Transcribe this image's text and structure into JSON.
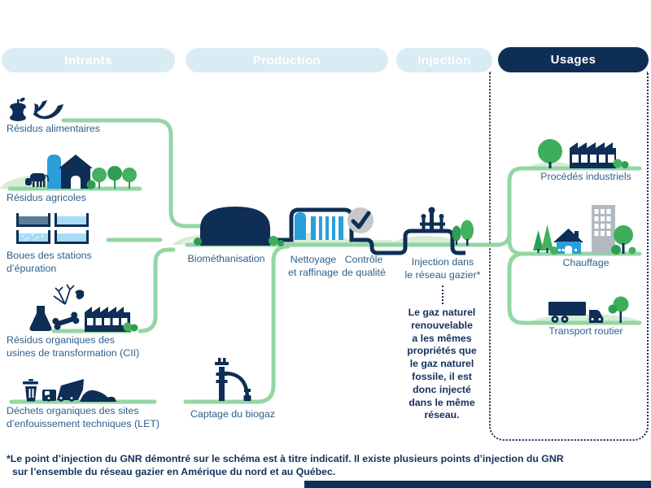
{
  "header": {
    "tabs": [
      {
        "id": "intrants",
        "label": "Intrants",
        "active": false
      },
      {
        "id": "production",
        "label": "Production",
        "active": false
      },
      {
        "id": "injection",
        "label": "Injection",
        "active": false
      },
      {
        "id": "usages",
        "label": "Usages",
        "active": true
      }
    ]
  },
  "intrants": {
    "items": [
      {
        "label": "Résidus alimentaires",
        "icon": "apple-core-banana-peel"
      },
      {
        "label": "Résidus agricoles",
        "icon": "farm-barn-silo-cow"
      },
      {
        "label": "Boues des stations\nd’épuration",
        "icon": "treatment-basins"
      },
      {
        "label": "Résidus organiques des\nusines de transformation (CII)",
        "icon": "flask-bone-factory"
      },
      {
        "label": "Déchets organiques des sites\nd’enfouissement techniques (LET)",
        "icon": "trash-truck-landfill"
      }
    ]
  },
  "production": {
    "steps": [
      {
        "label": "Biométhanisation",
        "icon": "digester-dome"
      },
      {
        "label": "Captage du biogaz",
        "icon": "biogas-well"
      },
      {
        "label": "Nettoyage\net raffinage",
        "icon": "purification-unit"
      },
      {
        "label": "Contrôle\nde qualité",
        "icon": "check-circle"
      }
    ]
  },
  "injection": {
    "step": {
      "label": "Injection dans\nle réseau gazier*",
      "icon": "pipeline-valve"
    },
    "callout": "Le gaz naturel\nrenouvelable\na les mêmes\npropriétés que\nle gaz naturel\nfossile, il est\ndonc injecté\ndans le même\nréseau."
  },
  "usages": {
    "items": [
      {
        "label": "Procédés industriels",
        "icon": "factory-tree"
      },
      {
        "label": "Chauffage",
        "icon": "house-building"
      },
      {
        "label": "Transport routier",
        "icon": "truck-tree"
      }
    ]
  },
  "footnote": {
    "line1": "*Le point d’injection du GNR démontré sur le schéma est à titre indicatif. Il existe plusieurs points d’injection du GNR",
    "line2": "sur l’ensemble du réseau gazier en Amérique du nord et au Québec."
  },
  "colors": {
    "navy": "#0e2e55",
    "tab_light_blue": "#d9ecf4",
    "line_green": "#93d6a4",
    "pale_green_hill": "#d8ecd5",
    "tree_green": "#3fae5c",
    "tree_green_dark": "#2f9e55",
    "bright_blue": "#2a9ed9",
    "water_light": "#a8dcf5",
    "water_slate": "#5a7e97",
    "gray_circle": "#c6c8ca",
    "gray_building": "#b2bac0",
    "text_label": "#2e5f8a",
    "text_dark": "#11315e"
  }
}
